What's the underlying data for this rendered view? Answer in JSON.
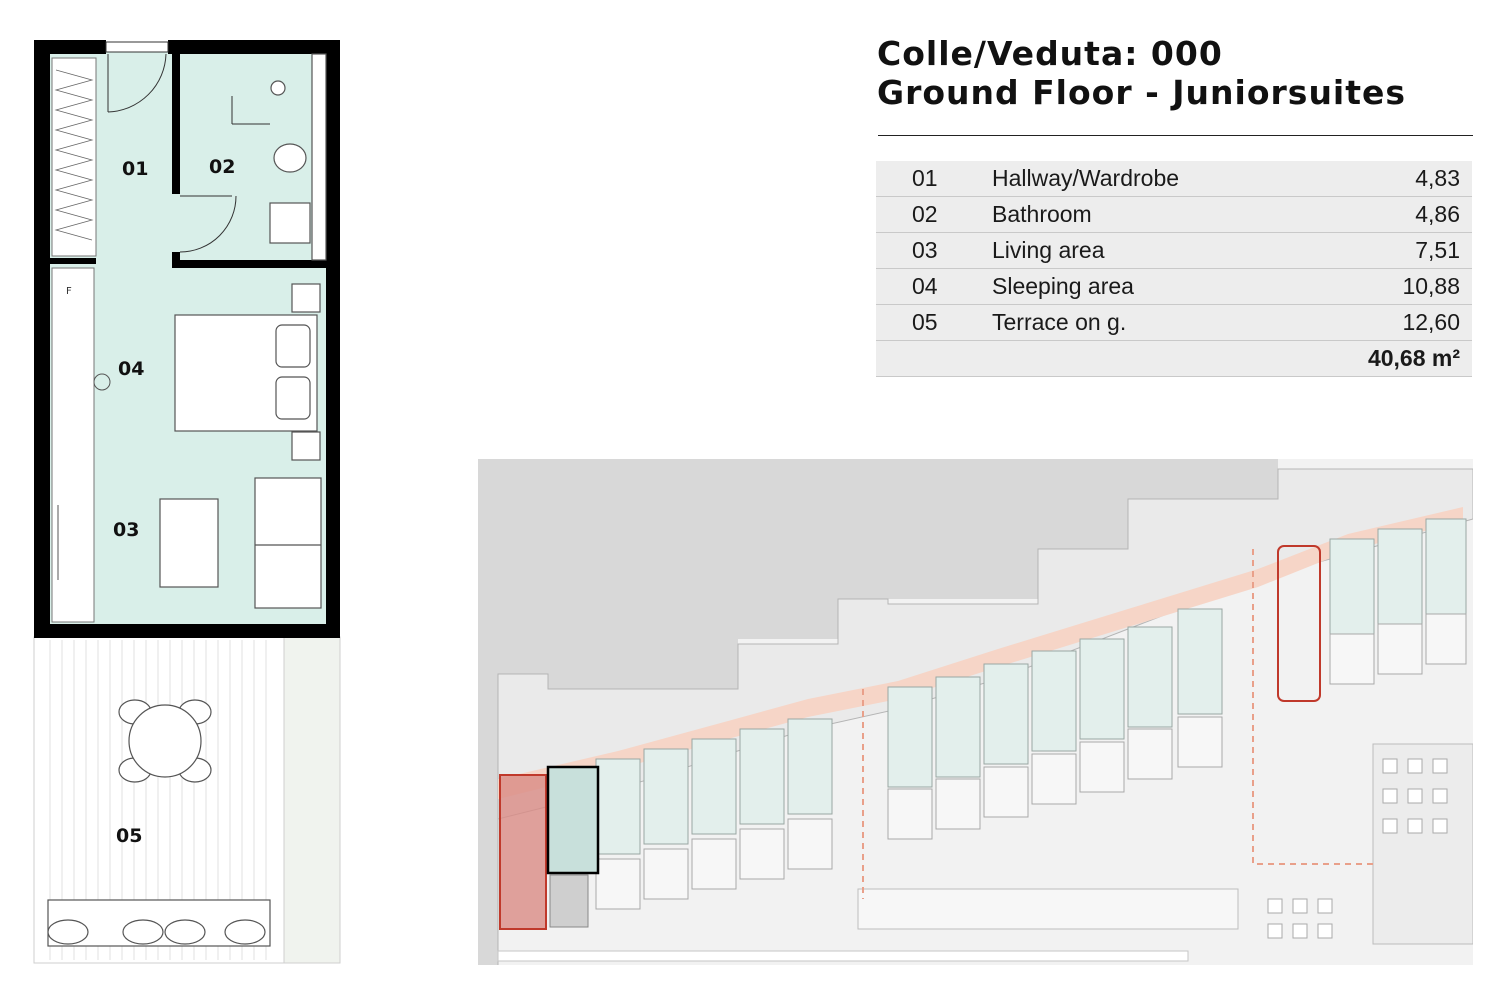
{
  "title": {
    "line1": "Colle/Veduta: 000",
    "line2": "Ground Floor - Juniorsuites"
  },
  "rooms": [
    {
      "no": "01",
      "name": "Hallway/Wardrobe",
      "area": "4,83"
    },
    {
      "no": "02",
      "name": "Bathroom",
      "area": "4,86"
    },
    {
      "no": "03",
      "name": "Living area",
      "area": "7,51"
    },
    {
      "no": "04",
      "name": "Sleeping area",
      "area": "10,88"
    },
    {
      "no": "05",
      "name": "Terrace on g.",
      "area": "12,60"
    }
  ],
  "total": "40,68 m²",
  "plan_labels": {
    "r01": "01",
    "r02": "02",
    "r03": "03",
    "r04": "04",
    "r05": "05",
    "fridge": "F"
  },
  "colors": {
    "room_fill": "#d9efe9",
    "wall": "#000000",
    "highlight_red": "#c0392b",
    "corridor": "#f6d5c7",
    "site_background": "#d8d8d8"
  }
}
